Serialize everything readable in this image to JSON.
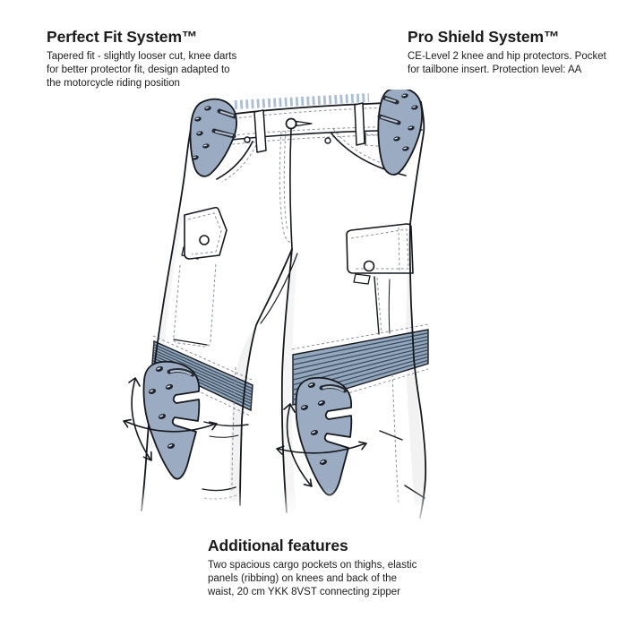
{
  "page": {
    "background": "#ffffff"
  },
  "annotations": {
    "perfect_fit": {
      "title": "Perfect Fit System™",
      "lines": [
        "Tapered fit - slightly looser cut, knee darts",
        "for better protector fit, design adapted to",
        "the motorcycle riding position"
      ]
    },
    "pro_shield": {
      "title": "Pro Shield System™",
      "lines": [
        "CE-Level 2 knee and hip protectors. Pocket",
        "for tailbone insert. Protection level: AA"
      ]
    },
    "additional": {
      "title": "Additional features",
      "lines": [
        "Two spacious cargo pockets on thighs, elastic",
        "panels (ribbing) on knees and back of the",
        "waist, 20 cm YKK 8VST connecting zipper"
      ]
    }
  },
  "diagram": {
    "subject": "motorcycle riding pants, front technical sketch",
    "parts": [
      "connecting-zipper-teeth",
      "waistband",
      "waistband-button",
      "belt-loops",
      "hip-protector-left",
      "hip-protector-right",
      "cargo-pocket-left",
      "cargo-pocket-right",
      "knee-ribbing-panel-left",
      "knee-ribbing-panel-right",
      "knee-protector-left",
      "knee-protector-right",
      "adjustment-arrows"
    ]
  },
  "colors": {
    "background": "#ffffff",
    "line": "#15181c",
    "stitch": "#8a9098",
    "pad": "#9bacc2",
    "pad_hole": "#1c222b",
    "ribbing": "#93a7bd",
    "ribbing_stripe": "#3c4c5e",
    "zipper_teeth": "#aabfd5",
    "text": "#1a1a1a"
  }
}
